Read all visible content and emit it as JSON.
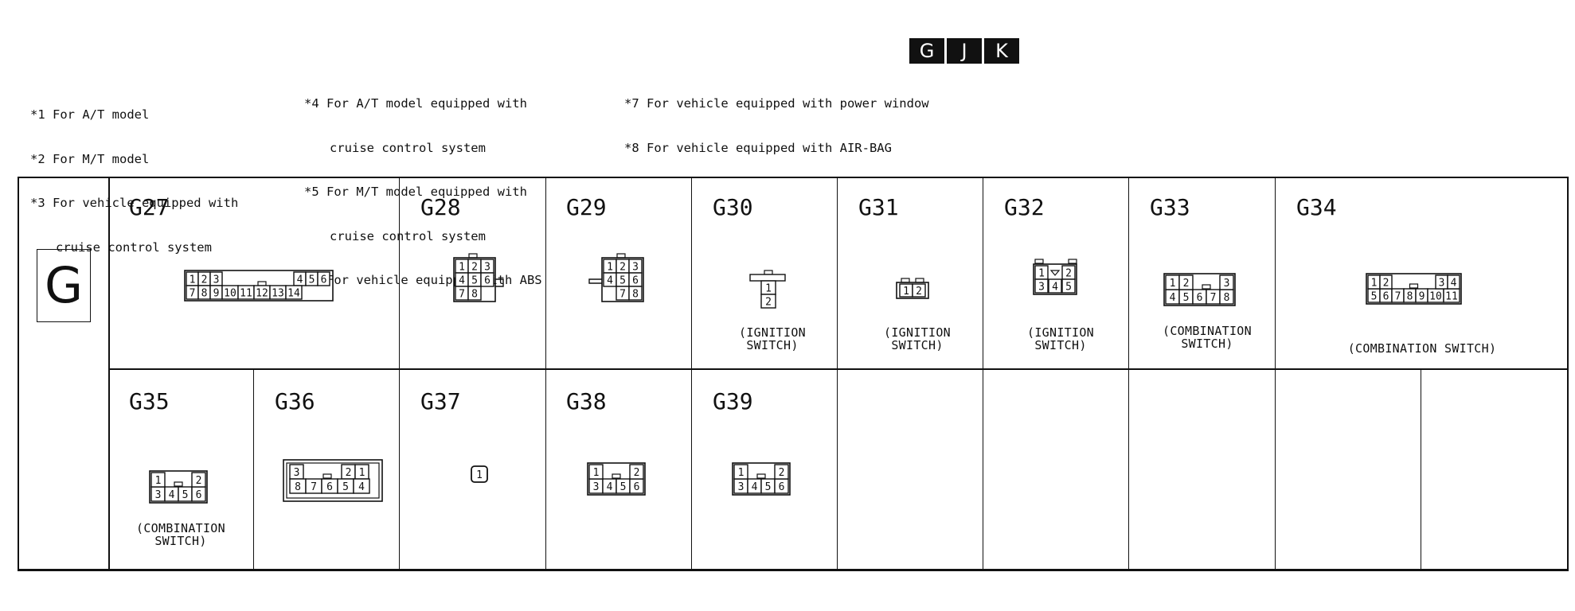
{
  "badge": {
    "letters": [
      "G",
      "J",
      "K"
    ]
  },
  "notes": {
    "col1": {
      "n1": "*1 For A/T model",
      "n2": "*2 For M/T model",
      "n3a": "*3 For vehicle equipped with",
      "n3b": "cruise control system"
    },
    "col2": {
      "n4a": "*4 For A/T model equipped with",
      "n4b": "cruise control system",
      "n5a": "*5 For M/T model equipped with",
      "n5b": "cruise control system",
      "n6": "*6 For vehicle equipped with ABS"
    },
    "col3": {
      "n7": "*7 For vehicle equipped with power window",
      "n8": "*8 For vehicle equipped with AIR-BAG"
    }
  },
  "section": {
    "letter": "G"
  },
  "connectors": {
    "g27": {
      "name": "G27",
      "pins_top": [
        "1",
        "2",
        "3",
        "4",
        "5",
        "6"
      ],
      "pins_bottom": [
        "7",
        "8",
        "9",
        "10",
        "11",
        "12",
        "13",
        "14"
      ]
    },
    "g28": {
      "name": "G28",
      "rows": [
        [
          "1",
          "2",
          "3"
        ],
        [
          "4",
          "5",
          "6"
        ],
        [
          "7",
          "8"
        ]
      ]
    },
    "g29": {
      "name": "G29",
      "rows": [
        [
          "1",
          "2",
          "3"
        ],
        [
          "4",
          "5",
          "6"
        ],
        [
          "7",
          "8"
        ]
      ]
    },
    "g30": {
      "name": "G30",
      "pins": [
        "1",
        "2"
      ],
      "caption": "(IGNITION\nSWITCH)"
    },
    "g31": {
      "name": "G31",
      "pins": [
        "1",
        "2"
      ],
      "caption": "(IGNITION\nSWITCH)"
    },
    "g32": {
      "name": "G32",
      "pins_top": [
        "1",
        "2"
      ],
      "pins_bottom": [
        "3",
        "4",
        "5"
      ],
      "caption": "(IGNITION\nSWITCH)"
    },
    "g33": {
      "name": "G33",
      "pins_top": [
        "1",
        "2",
        "3"
      ],
      "pins_bottom": [
        "4",
        "5",
        "6",
        "7",
        "8"
      ],
      "caption": "(COMBINATION\nSWITCH)"
    },
    "g34": {
      "name": "G34",
      "pins_top": [
        "1",
        "2",
        "3",
        "4"
      ],
      "pins_bottom": [
        "5",
        "6",
        "7",
        "8",
        "9",
        "10",
        "11"
      ],
      "caption": "(COMBINATION SWITCH)"
    },
    "g35": {
      "name": "G35",
      "pins_top": [
        "1",
        "2"
      ],
      "pins_bottom": [
        "3",
        "4",
        "5",
        "6"
      ],
      "caption": "(COMBINATION\nSWITCH)"
    },
    "g36": {
      "name": "G36",
      "pins_top": [
        "3",
        "2",
        "1"
      ],
      "pins_bottom": [
        "8",
        "7",
        "6",
        "5",
        "4"
      ]
    },
    "g37": {
      "name": "G37",
      "pins": [
        "1"
      ]
    },
    "g38": {
      "name": "G38",
      "pins_top": [
        "1",
        "2"
      ],
      "pins_bottom": [
        "3",
        "4",
        "5",
        "6"
      ]
    },
    "g39": {
      "name": "G39",
      "pins_top": [
        "1",
        "2"
      ],
      "pins_bottom": [
        "3",
        "4",
        "5",
        "6"
      ]
    }
  }
}
